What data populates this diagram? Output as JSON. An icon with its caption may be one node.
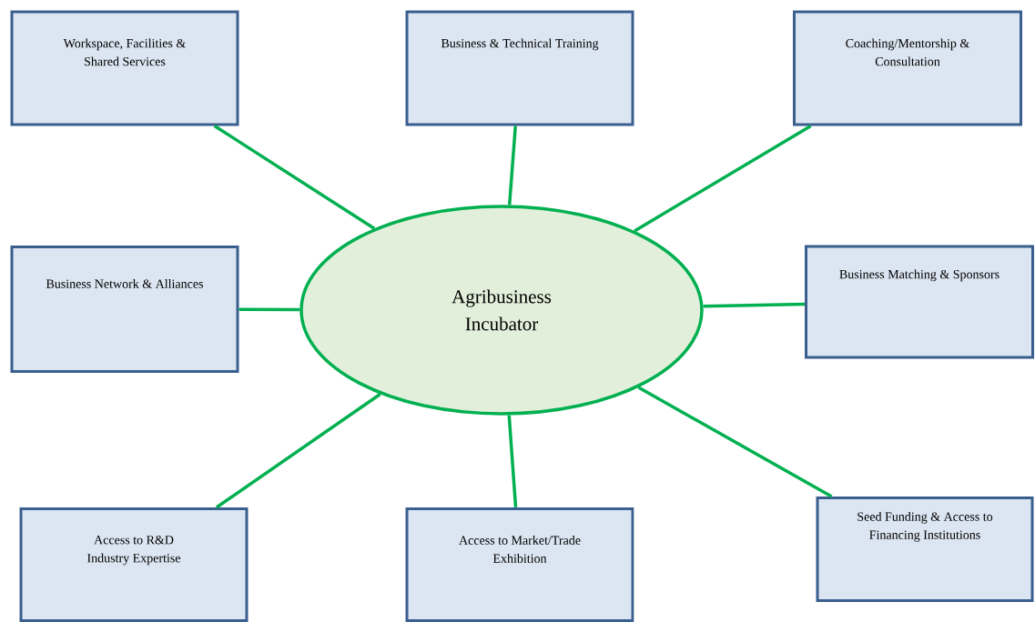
{
  "diagram": {
    "nodes": [
      {
        "text": [
          "Agribusiness Incubator"
        ]
      },
      {
        "text": [
          "Workspace, Facilities & Shared Services"
        ]
      },
      {
        "text": [
          "Business & Technical Training"
        ]
      },
      {
        "text": [
          "Coaching/Mentorship & Consultation"
        ]
      },
      {
        "text": [
          "Business Network & Alliances"
        ]
      },
      {
        "text": [
          "Business Matching & Sponsors"
        ]
      },
      {
        "text": [
          "Access to R&D Industry Expertise"
        ]
      },
      {
        "text": [
          "Access to Market/Trade Exhibition"
        ]
      },
      {
        "text": [
          "Seed Funding & Access to Financing Institutions"
        ]
      }
    ],
    "edges": [
      {
        "from": 0,
        "to": 1,
        "arrow": "none"
      },
      {
        "from": 0,
        "to": 2,
        "arrow": "none"
      },
      {
        "from": 0,
        "to": 3,
        "arrow": "none"
      },
      {
        "from": 0,
        "to": 4,
        "arrow": "none"
      },
      {
        "from": 0,
        "to": 5,
        "arrow": "none"
      },
      {
        "from": 0,
        "to": 6,
        "arrow": "none"
      },
      {
        "from": 0,
        "to": 7,
        "arrow": "none"
      },
      {
        "from": 0,
        "to": 8,
        "arrow": "none"
      }
    ]
  }
}
